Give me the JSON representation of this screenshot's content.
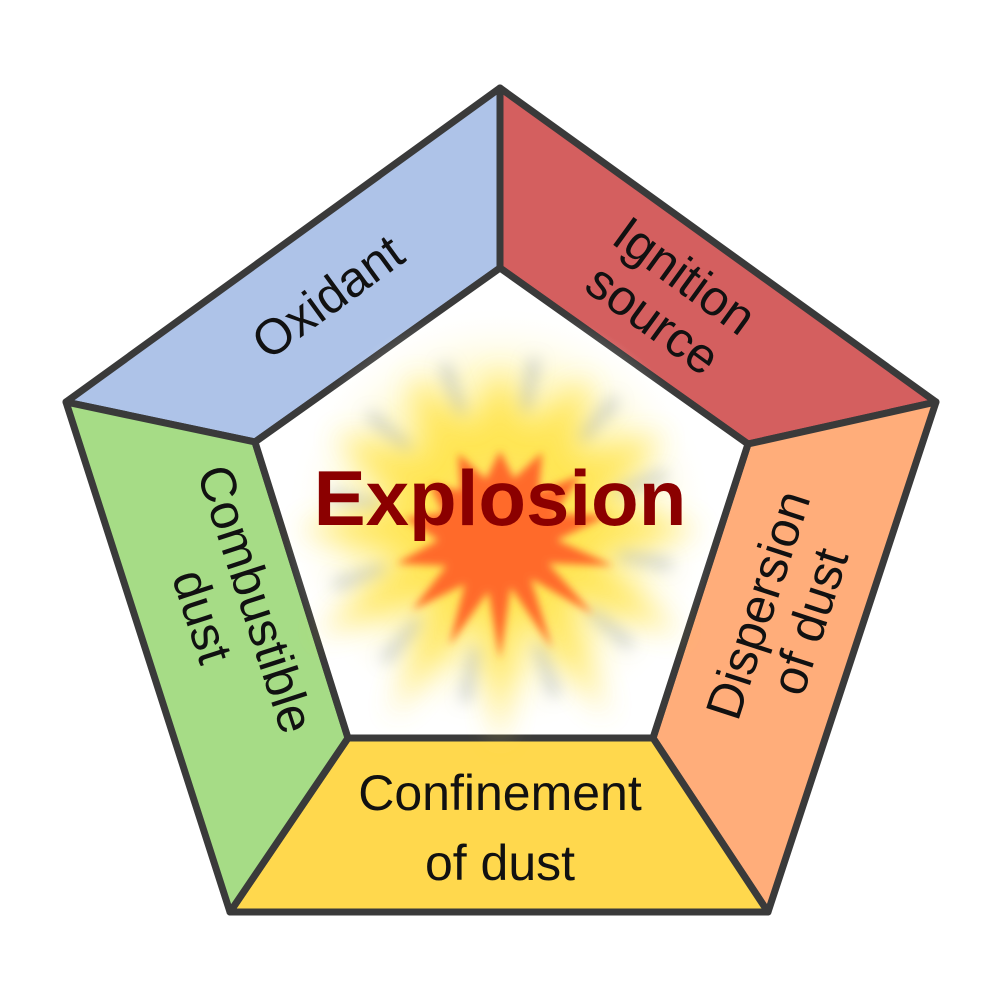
{
  "center": {
    "title": "Explosion",
    "title_color": "#8b0000"
  },
  "segments": {
    "oxidant": {
      "line1": "Oxidant",
      "color": "#aec3e8"
    },
    "ignition": {
      "line1": "Ignition",
      "line2": "source",
      "color": "#d45f5f"
    },
    "dispersion": {
      "line1": "Dispersion",
      "line2": "of dust",
      "color": "#ffad7a"
    },
    "confinement": {
      "line1": "Confinement",
      "line2": "of dust",
      "color": "#ffd84d"
    },
    "combustible": {
      "line1": "Combustible",
      "line2": "dust",
      "color": "#a6dc86"
    }
  },
  "outline_color": "#3a3a3a",
  "burst_colors": {
    "core": "#ff6a2a",
    "glow": "#ffe44d"
  }
}
